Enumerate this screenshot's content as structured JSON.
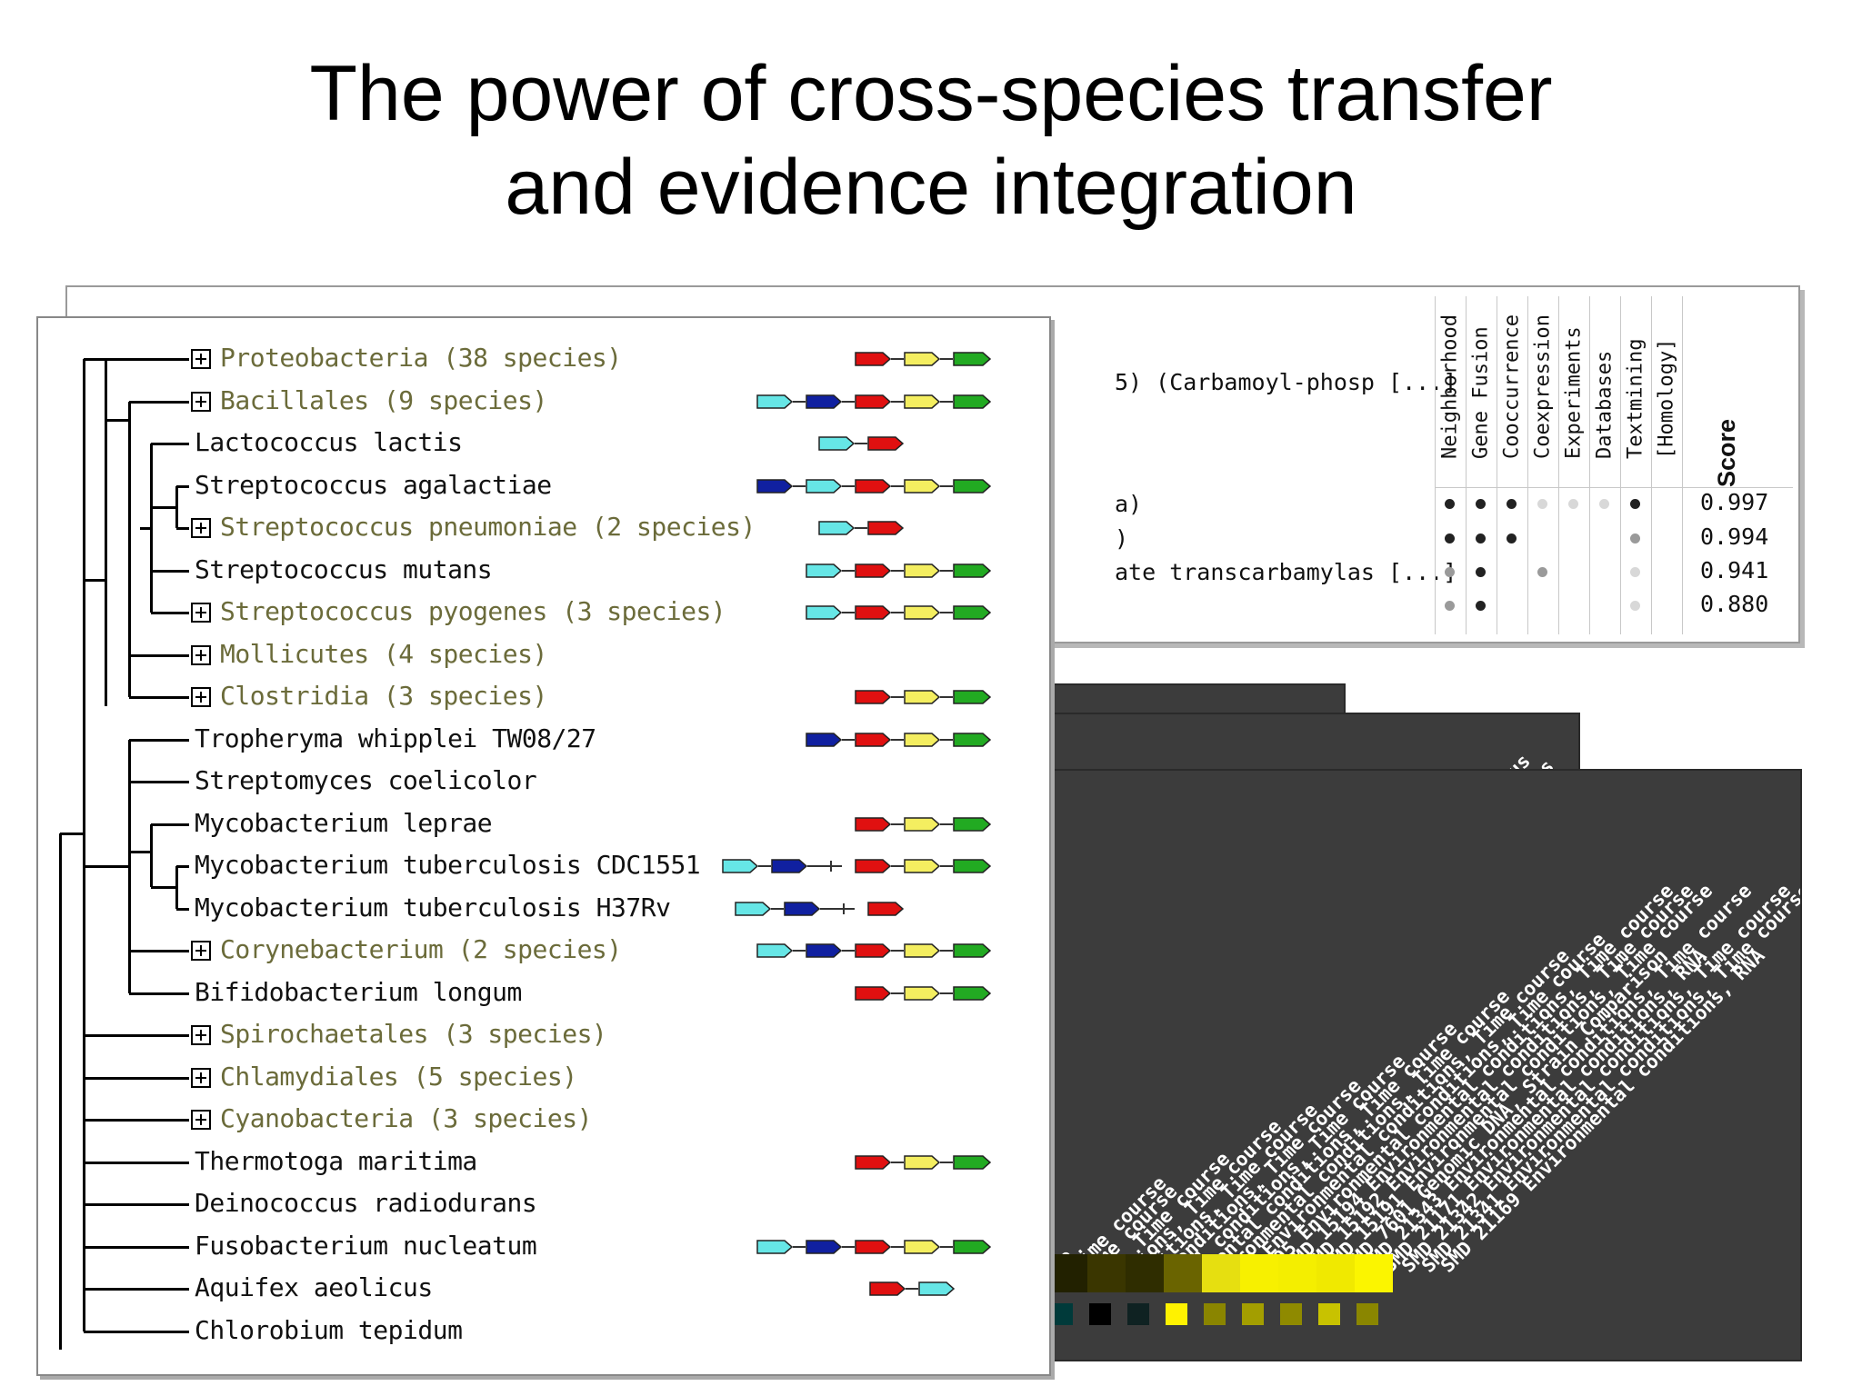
{
  "slide": {
    "title_line1": "The power of cross-species transfer",
    "title_line2": "and evidence integration"
  },
  "score_table": {
    "row_labels": [
      "5) (Carbamoyl-phosp [...]",
      "a)",
      ")",
      "ate transcarbamylas [...]",
      ""
    ],
    "evidence_columns": [
      "Neighborhood",
      "Gene Fusion",
      "Cooccurrence",
      "Coexpression",
      "Experiments",
      "Databases",
      "Textmining",
      "[Homology]"
    ],
    "score_header": "Score",
    "rows": [
      {
        "dots": [
          "dark",
          "dark",
          "dark",
          "faint",
          "faint",
          "faint",
          "dark",
          ""
        ],
        "score": "0.997"
      },
      {
        "dots": [
          "dark",
          "dark",
          "dark",
          "",
          "",
          "",
          "mid",
          ""
        ],
        "score": "0.994"
      },
      {
        "dots": [
          "mid",
          "dark",
          "",
          "mid",
          "",
          "",
          "faint",
          ""
        ],
        "score": "0.941"
      },
      {
        "dots": [
          "mid",
          "dark",
          "",
          "",
          "",
          "",
          "faint",
          ""
        ],
        "score": "0.880"
      }
    ]
  },
  "expression": {
    "back_labels": [
      "ous",
      "ous"
    ],
    "labels": [
      "se",
      "Time course",
      "ime course",
      "s, Time course",
      "tions, Time course",
      "ditions, Time course",
      "conditions, Time course",
      "al conditions, Time course",
      "mental conditions, Time course",
      "ironmental conditions, Time course",
      "5 Environmental conditions, Time course",
      "195 Environmental conditions, Time course",
      "SMD 15194 Environmental conditions, Time course",
      "SMD 15192 Environmental conditions, Time course",
      "SMD 15191 Environmental conditions, Time course",
      "SMD 7601 Genomic DNA, Strain Comparison",
      "SMD 21343 Environmental conditions, Time course",
      "SMD 21171 Environmental conditions, RNA",
      "SMD 21342 Environmental conditions, Time course",
      "SMD 21341 Environmental conditions, Time course",
      "SMD 21169 Environmental conditions, RNA"
    ],
    "heat_colors": [
      "#222100",
      "#3a3600",
      "#2f2d00",
      "#6a6400",
      "#e6df10",
      "#f7f000",
      "#f4ee00",
      "#f0e900",
      "#fbf500"
    ],
    "swatch_colors": [
      "#003a3a",
      "#000000",
      "#0f2222",
      "#fff200",
      "#8a8500",
      "#a39e00",
      "#8f8a00",
      "#c8c200",
      "#8a8600"
    ]
  },
  "tree": {
    "leaves": [
      {
        "label": "Proteobacteria (38 species)",
        "collapsed": true,
        "genes": [
          "red",
          "yellow",
          "green"
        ]
      },
      {
        "label": "Bacillales (9 species)",
        "collapsed": true,
        "genes": [
          "cyan",
          "blue",
          "red",
          "yellow",
          "green"
        ]
      },
      {
        "label": "Lactococcus lactis",
        "collapsed": false,
        "genes": [
          "cyan",
          "red"
        ]
      },
      {
        "label": "Streptococcus agalactiae",
        "collapsed": false,
        "genes": [
          "blue",
          "cyan",
          "red",
          "yellow",
          "green"
        ]
      },
      {
        "label": "Streptococcus pneumoniae (2 species)",
        "collapsed": true,
        "genes": [
          "cyan",
          "red"
        ]
      },
      {
        "label": "Streptococcus mutans",
        "collapsed": false,
        "genes": [
          "cyan",
          "red",
          "yellow",
          "green"
        ]
      },
      {
        "label": "Streptococcus pyogenes (3 species)",
        "collapsed": true,
        "genes": [
          "cyan",
          "red",
          "yellow",
          "green"
        ]
      },
      {
        "label": "Mollicutes (4 species)",
        "collapsed": true,
        "genes": []
      },
      {
        "label": "Clostridia (3 species)",
        "collapsed": true,
        "genes": [
          "red",
          "yellow",
          "green"
        ]
      },
      {
        "label": "Tropheryma whipplei TW08/27",
        "collapsed": false,
        "genes": [
          "blue",
          "red",
          "yellow",
          "green"
        ]
      },
      {
        "label": "Streptomyces coelicolor",
        "collapsed": false,
        "genes": []
      },
      {
        "label": "Mycobacterium leprae",
        "collapsed": false,
        "genes": [
          "red",
          "yellow",
          "green"
        ]
      },
      {
        "label": "Mycobacterium tuberculosis CDC1551",
        "collapsed": false,
        "genes": [
          "cyan",
          "blue",
          "arrow",
          "red",
          "yellow",
          "green"
        ]
      },
      {
        "label": "Mycobacterium tuberculosis H37Rv",
        "collapsed": false,
        "genes": [
          "cyan",
          "blue",
          "arrow",
          "red"
        ]
      },
      {
        "label": "Corynebacterium (2 species)",
        "collapsed": true,
        "genes": [
          "cyan",
          "blue",
          "red",
          "yellow",
          "green"
        ]
      },
      {
        "label": "Bifidobacterium longum",
        "collapsed": false,
        "genes": [
          "red",
          "yellow",
          "green"
        ]
      },
      {
        "label": "Spirochaetales (3 species)",
        "collapsed": true,
        "genes": []
      },
      {
        "label": "Chlamydiales (5 species)",
        "collapsed": true,
        "genes": []
      },
      {
        "label": "Cyanobacteria (3 species)",
        "collapsed": true,
        "genes": []
      },
      {
        "label": "Thermotoga maritima",
        "collapsed": false,
        "genes": [
          "red",
          "yellow",
          "green"
        ]
      },
      {
        "label": "Deinococcus radiodurans",
        "collapsed": false,
        "genes": []
      },
      {
        "label": "Fusobacterium nucleatum",
        "collapsed": false,
        "genes": [
          "cyan",
          "blue",
          "red",
          "yellow",
          "green"
        ]
      },
      {
        "label": "Aquifex aeolicus",
        "collapsed": false,
        "genes": [
          "red",
          "cyan"
        ]
      },
      {
        "label": "Chlorobium tepidum",
        "collapsed": false,
        "genes": []
      }
    ],
    "colors": {
      "collapsed_text": "#6b6b3a",
      "leaf_text": "#111111",
      "red": "#e01010",
      "yellow": "#f4ee60",
      "green": "#22aa22",
      "cyan": "#66e6e6",
      "blue": "#1020a0"
    }
  }
}
